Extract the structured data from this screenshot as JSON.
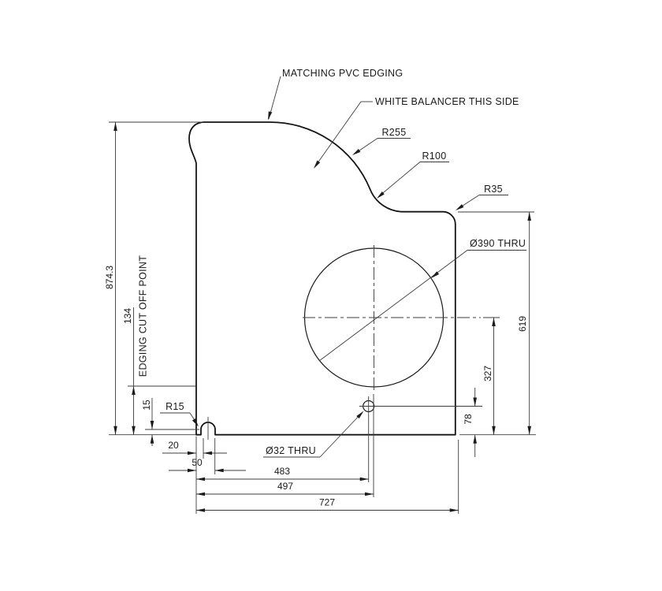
{
  "drawing": {
    "notes": {
      "pvc_edging": "MATCHING PVC EDGING",
      "balancer": "WHITE BALANCER THIS SIDE",
      "edging_cutoff": "EDGING CUT OFF POINT"
    },
    "callouts": {
      "r255": "R255",
      "r100": "R100",
      "r35": "R35",
      "r15": "R15",
      "hole_large": "Ø390 THRU",
      "hole_small": "Ø32 THRU"
    },
    "dimensions": {
      "overall_height": "874.3",
      "edging_height": "134",
      "slot_height": "15",
      "slot_left_offset": "20",
      "slot_right_offset": "50",
      "small_hole_x": "483",
      "large_hole_x": "497",
      "overall_width": "727",
      "right_height": "619",
      "large_hole_y": "327",
      "small_hole_y": "78"
    },
    "line_color": "#1b1b1b",
    "background_color": "#ffffff"
  }
}
